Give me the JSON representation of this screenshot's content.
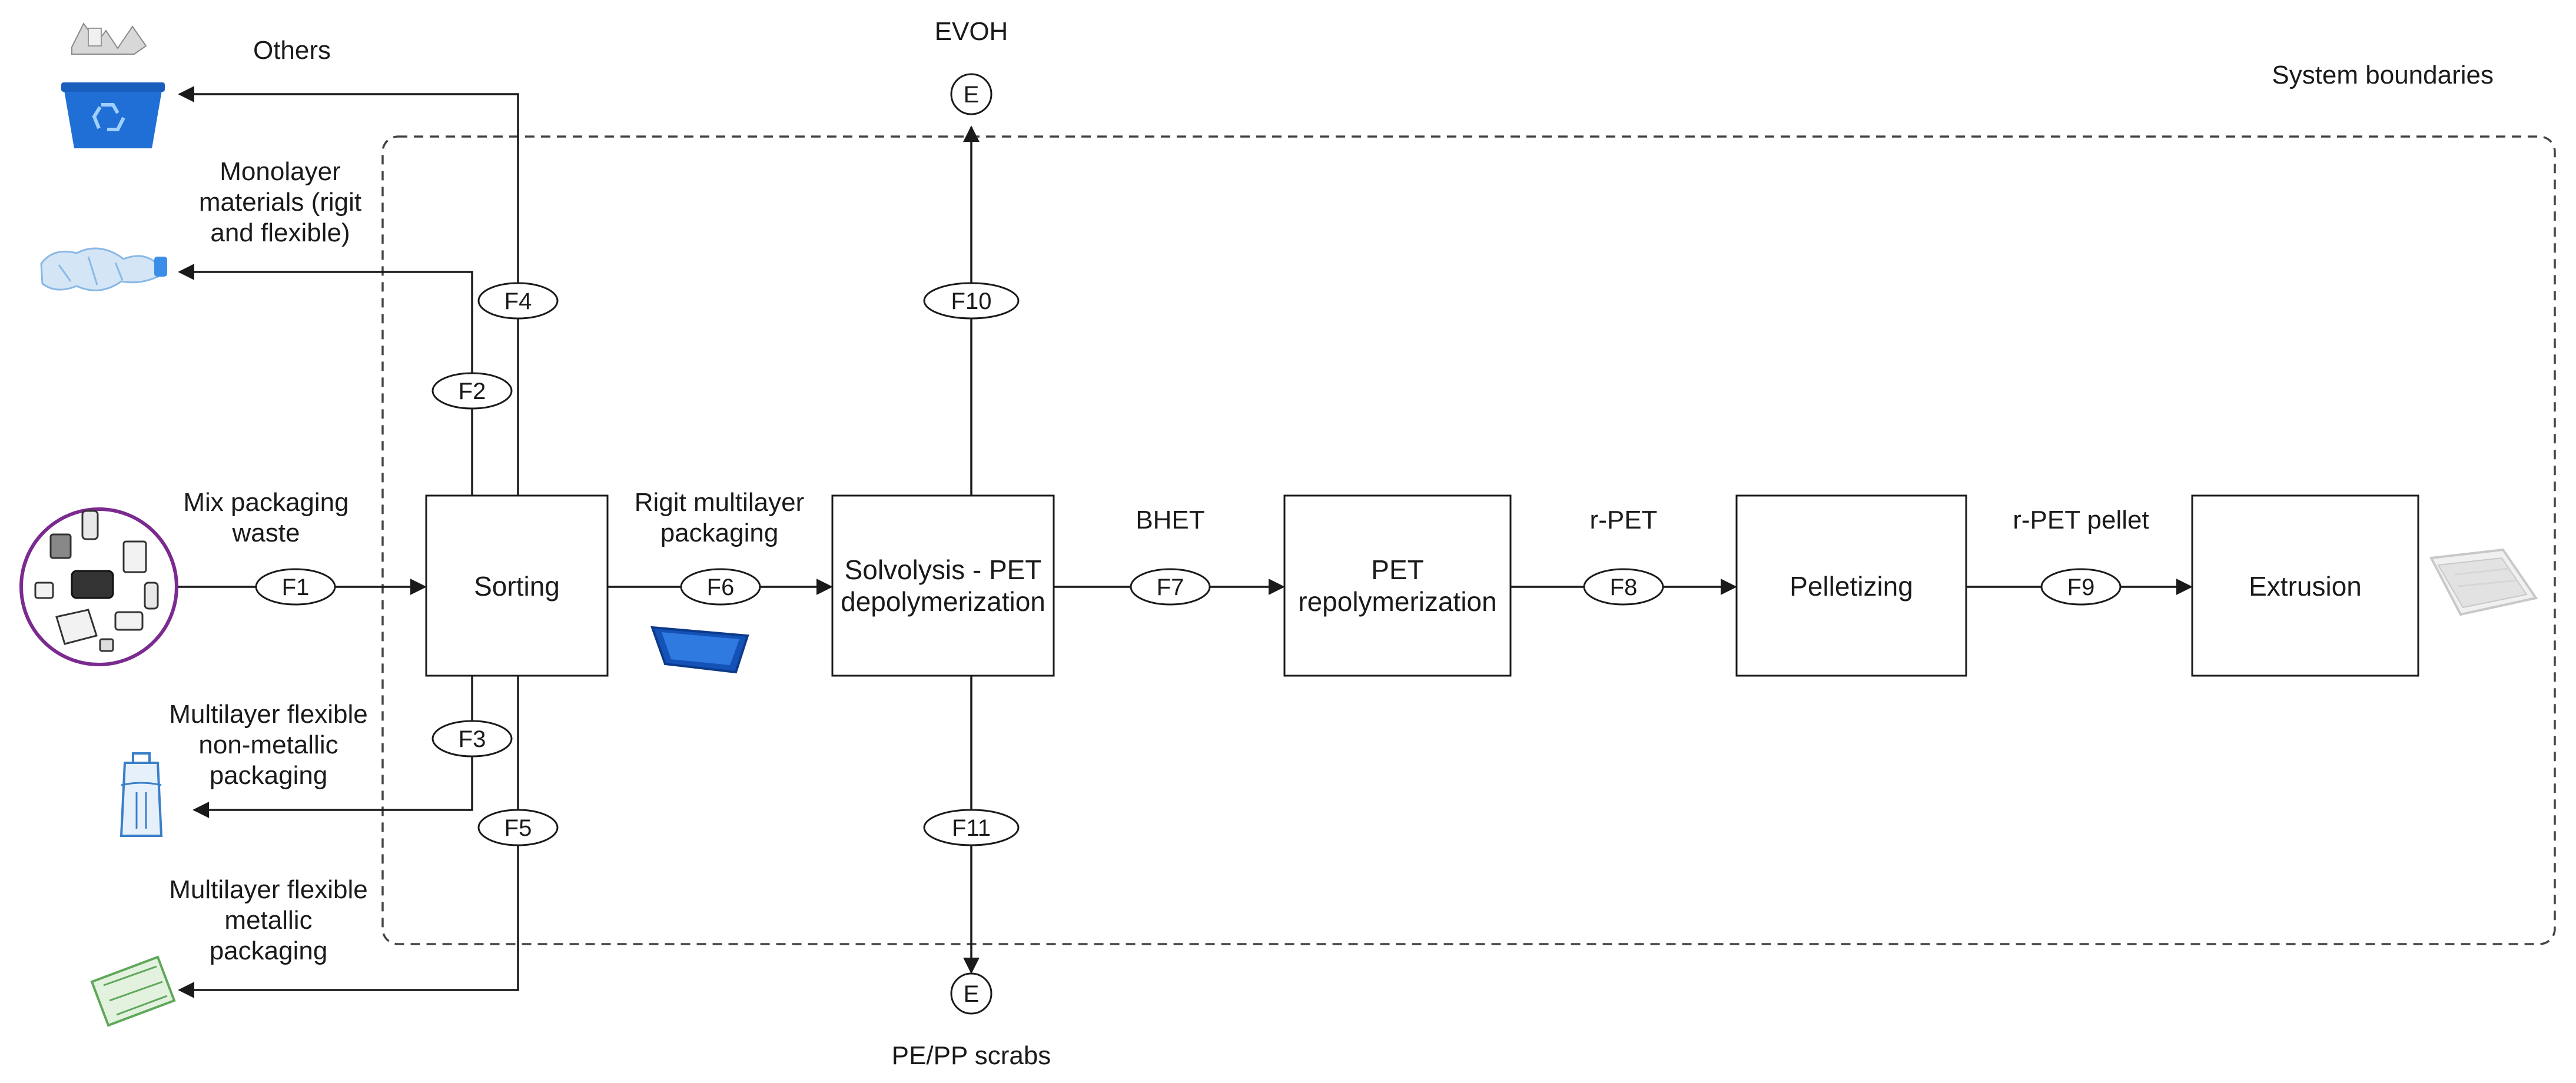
{
  "system_boundary_label": "System boundaries",
  "processes": {
    "sorting": [
      "Sorting"
    ],
    "solvolysis": [
      "Solvolysis - PET",
      "depolymerization"
    ],
    "repolymerization": [
      "PET",
      "repolymerization"
    ],
    "pelletizing": [
      "Pelletizing"
    ],
    "extrusion": [
      "Extrusion"
    ]
  },
  "flows": [
    "F1",
    "F2",
    "F3",
    "F4",
    "F5",
    "F6",
    "F7",
    "F8",
    "F9",
    "F10",
    "F11"
  ],
  "labels": {
    "mix_waste": [
      "Mix packaging",
      "waste"
    ],
    "rigid_multilayer": [
      "Rigit multilayer",
      "packaging"
    ],
    "bhet": [
      "BHET"
    ],
    "rpet": [
      "r-PET"
    ],
    "rpet_pellet": [
      "r-PET pellet"
    ],
    "others": [
      "Others"
    ],
    "monolayer": [
      "Monolayer",
      "materials (rigit",
      "and flexible)"
    ],
    "flex_nonmetallic": [
      "Multilayer flexible",
      "non-metallic",
      "packaging"
    ],
    "flex_metallic": [
      "Multilayer flexible",
      "metallic",
      "packaging"
    ],
    "evoh": [
      "EVOH"
    ],
    "pepp": [
      "PE/PP scrabs"
    ]
  },
  "exit_nodes": [
    "E",
    "E"
  ],
  "icons": [
    "recycling-bin-icon",
    "crushed-bottle-icon",
    "mixed-waste-circle-icon",
    "blue-tray-icon",
    "flexible-pouch-icon",
    "metallic-sachet-icon",
    "clear-container-icon"
  ],
  "colors": {
    "bin_blue": "#1f6fd6",
    "bottle_blue": "#8ab8e6",
    "waste_circle": "#7b2a8f",
    "tray_blue": "#1452b8",
    "pouch_blue": "#3a7fc9",
    "sachet_green": "#5fa85a",
    "container_gray": "#c8c8c8"
  }
}
